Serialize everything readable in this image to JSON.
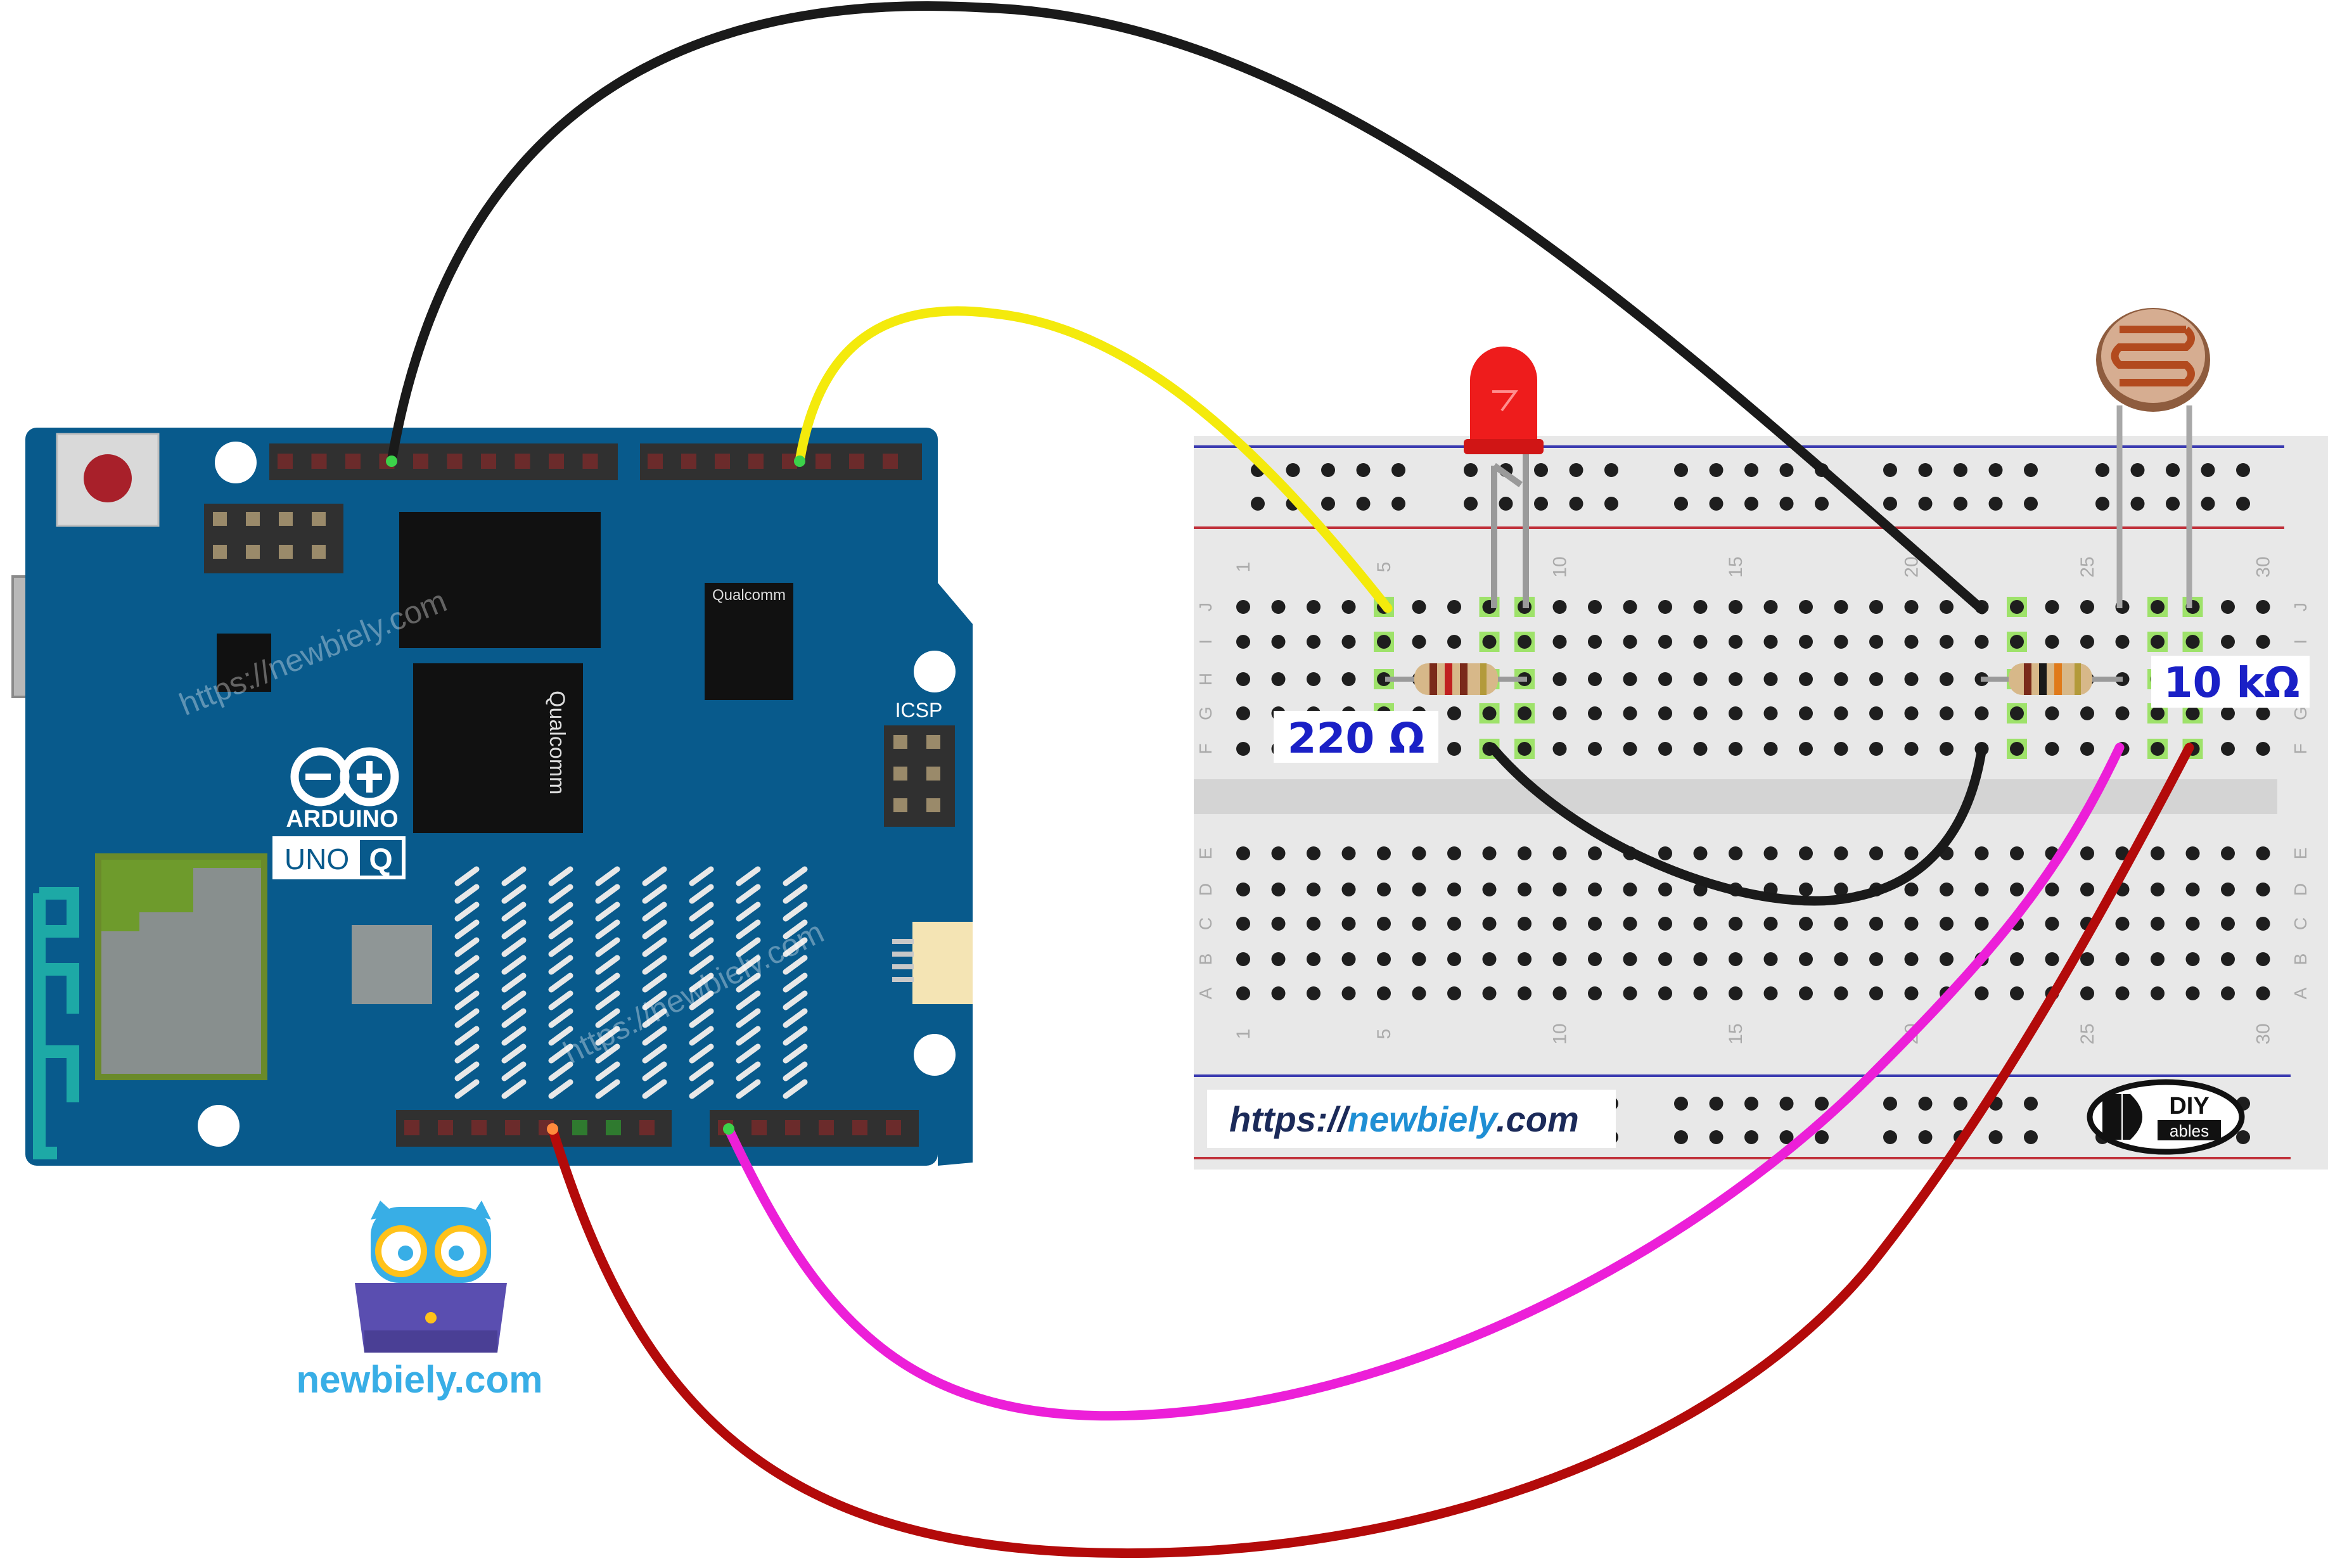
{
  "board": {
    "brand": "ARDUINO",
    "model": "UNO",
    "model_suffix": "Q",
    "chip_brand": "Qualcomm",
    "header_label": "ICSP",
    "colors": {
      "pcb": "#085a8c",
      "pcb_edge": "#0a4f7b"
    }
  },
  "resistors": [
    {
      "label": "220 Ω"
    },
    {
      "label": "10 kΩ"
    }
  ],
  "breadboard": {
    "column_numbers": [
      "1",
      "5",
      "10",
      "15",
      "20",
      "25",
      "30"
    ],
    "row_letters_top": [
      "J",
      "I",
      "H",
      "G",
      "F"
    ],
    "row_letters_bottom": [
      "E",
      "D",
      "C",
      "B",
      "A"
    ],
    "url_prefix": "https://",
    "url_domain": "newbiely",
    "url_suffix": ".com",
    "logo_top": "DIY",
    "logo_bottom": "ables"
  },
  "watermarks": [
    "https://newbiely.com",
    "https://newbiely.com"
  ],
  "brand_logo": {
    "text": "newbiely.com"
  },
  "wire_colors": {
    "black": "#1a1a1a",
    "yellow": "#f4ea0c",
    "magenta": "#ec1fd8",
    "red": "#b30a0a"
  }
}
